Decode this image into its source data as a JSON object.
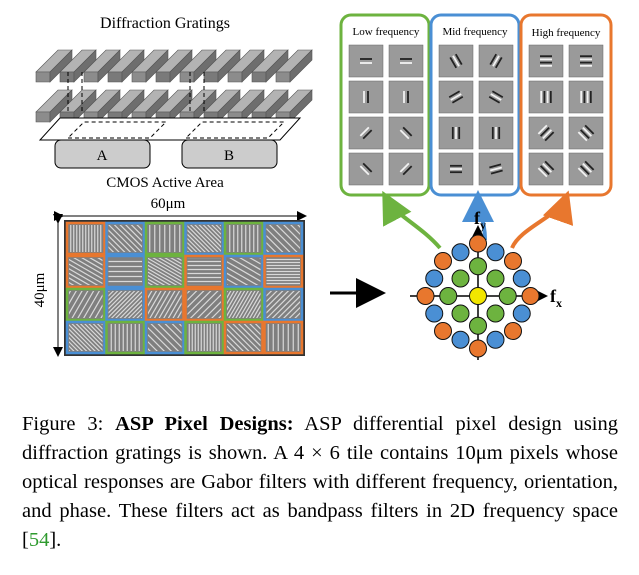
{
  "figure": {
    "grating_title": "Diffraction Gratings",
    "sensor_a_label": "A",
    "sensor_b_label": "B",
    "cmos_label": "CMOS Active Area",
    "width_label": "60μm",
    "height_label": "40μm",
    "freq_axis_x": "f",
    "freq_axis_x_sub": "x",
    "freq_axis_y": "f",
    "freq_axis_y_sub": "y",
    "panels": [
      {
        "label": "Low frequency",
        "color": "#6db33f"
      },
      {
        "label": "Mid frequency",
        "color": "#4a8fd4"
      },
      {
        "label": "High frequency",
        "color": "#e8772e"
      }
    ],
    "tile_grid": {
      "rows": 4,
      "cols": 6,
      "colors": [
        [
          "orange",
          "blue",
          "green",
          "blue",
          "green",
          "blue"
        ],
        [
          "orange",
          "blue",
          "green",
          "orange",
          "blue",
          "orange"
        ],
        [
          "green",
          "blue",
          "orange",
          "orange",
          "green",
          "blue"
        ],
        [
          "blue",
          "green",
          "blue",
          "green",
          "orange",
          "orange"
        ]
      ]
    },
    "palette": {
      "green": "#6db33f",
      "blue": "#4a8fd4",
      "orange": "#e8772e",
      "yellow": "#f2e600"
    }
  },
  "caption": {
    "prefix": "Figure 3: ",
    "bold": "ASP Pixel Designs:",
    "body": " ASP differential pixel design using diffraction gratings is shown.  A 4 × 6 tile contains 10μm pixels whose optical responses are Gabor filters with different frequency, orientation, and phase. These filters act as bandpass filters in 2D frequency space [",
    "citation": "54",
    "suffix": "]."
  }
}
